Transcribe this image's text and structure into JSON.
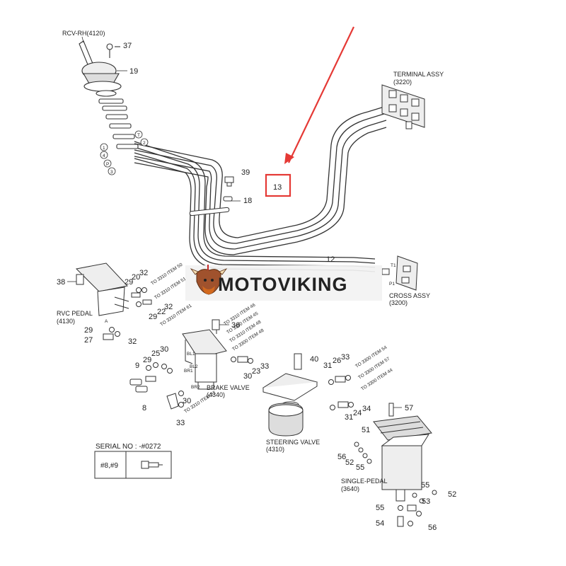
{
  "watermark": {
    "brand": "MOTOVIKING"
  },
  "highlight": {
    "color": "#e53935",
    "callout": "13"
  },
  "serial_box": {
    "title": "SERIAL NO : -#0272",
    "cell": "#8,#9"
  },
  "labels": {
    "rcv_rh": "RCV-RH(4120)",
    "terminal_assy_1": "TERMINAL ASSY",
    "terminal_assy_2": "(3220)",
    "cross_assy_1": "CROSS ASSY",
    "cross_assy_2": "(3200)",
    "rvc_pedal_1": "RVC PEDAL",
    "rvc_pedal_2": "(4130)",
    "brake_valve_1": "BRAKE VALVE",
    "brake_valve_2": "(4340)",
    "steering_valve_1": "STEERING VALVE",
    "steering_valve_2": "(4310)",
    "single_pedal_1": "SINGLE-PEDAL",
    "single_pedal_2": "(3640)"
  },
  "port_labels": {
    "t": "T",
    "one": "1",
    "two": "2",
    "four": "4",
    "p": "P",
    "three": "3",
    "t1": "T1",
    "p1": "P1",
    "bl1": "BL1",
    "bl2": "BL2",
    "br1": "BR1",
    "br2": "BR2",
    "a": "A"
  },
  "callouts": {
    "c37": "37",
    "c19": "19",
    "c39": "39",
    "c18": "18",
    "c12": "12",
    "c38": "38",
    "c29a": "29",
    "c20": "20",
    "c32a": "32",
    "c22": "22",
    "c32b": "32",
    "c29b": "29",
    "c29c": "29",
    "c27": "27",
    "c32c": "32",
    "c36": "36",
    "c9": "9",
    "c29d": "29",
    "c25": "25",
    "c30a": "30",
    "c8": "8",
    "c30b": "30",
    "c23a": "23",
    "c33a": "33",
    "c30c": "30",
    "c33b": "33",
    "c40": "40",
    "c31a": "31",
    "c26": "26",
    "c33c": "33",
    "c31b": "31",
    "c24": "24",
    "c34": "34",
    "c57": "57",
    "c51": "51",
    "c56a": "56",
    "c52a": "52",
    "c55a": "55",
    "c55b": "55",
    "c52b": "52",
    "c53": "53",
    "c55c": "55",
    "c54": "54",
    "c56b": "56"
  },
  "notes": {
    "n1": "TO 3310 ITEM 50",
    "n2": "TO 3310 ITEM 51",
    "n3": "TO 3310 ITEM 61",
    "n4": "TO 3310 ITEM 46",
    "n5": "TO 3300 ITEM 45",
    "n6": "TO 3310 ITEM 48",
    "n7": "TO 3300 ITEM 48",
    "n8": "TO 3310 ITEM 57",
    "n9": "TO 3300 ITEM 54",
    "n10": "TO 3300 ITEM 57",
    "n11": "TO 3300 ITEM 44"
  }
}
